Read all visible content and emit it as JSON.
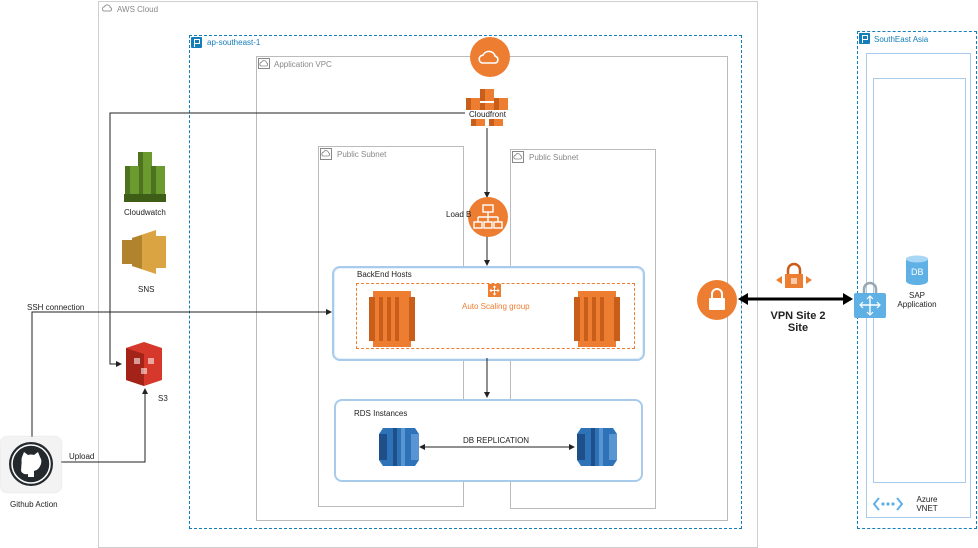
{
  "groups": {
    "aws_cloud": "AWS Cloud",
    "region": "ap-southeast-1",
    "vpc": "Application VPC",
    "subnet_left": "Public Subnet",
    "subnet_right": "Public Subnet",
    "backend_hosts": "BackEnd Hosts",
    "autoscaling": "Auto Scaling group",
    "rds": "RDS Instances",
    "southeast_asia": "SouthEast Asia",
    "azure_vnet": "Azure\nVNET"
  },
  "labels": {
    "cloudfront": "Cloudfront",
    "load_balancer": "Load B",
    "cloudwatch": "Cloudwatch",
    "sns": "SNS",
    "s3": "S3",
    "github_action": "Github Action",
    "ssh_connection": "SSH connection",
    "upload": "Upload",
    "db_replication": "DB REPLICATION",
    "vpn": "VPN Site 2\nSite",
    "db_badge": "DB",
    "sap": "SAP\nApplication"
  },
  "colors": {
    "aws_orange": "#ED7D31",
    "aws_orange_dark": "#C85E1A",
    "group_blue": "#147EBA",
    "container_border": "#A8CBEC",
    "rds_blue": "#2E73B8",
    "cloudwatch_green": "#6B9A2E",
    "sns_gold": "#D9A441",
    "s3_red": "#D6382C",
    "azure_blue": "#5EB0E5"
  },
  "icons": [
    "cloud-icon",
    "cloudfront-icon",
    "load-balancer-icon",
    "cloudwatch-icon",
    "sns-icon",
    "s3-icon",
    "github-icon",
    "ec2-icon",
    "rds-icon",
    "lock-icon",
    "vpn-gateway-icon",
    "azure-vpn-icon",
    "database-icon",
    "vnet-icon",
    "autoscaling-icon"
  ]
}
